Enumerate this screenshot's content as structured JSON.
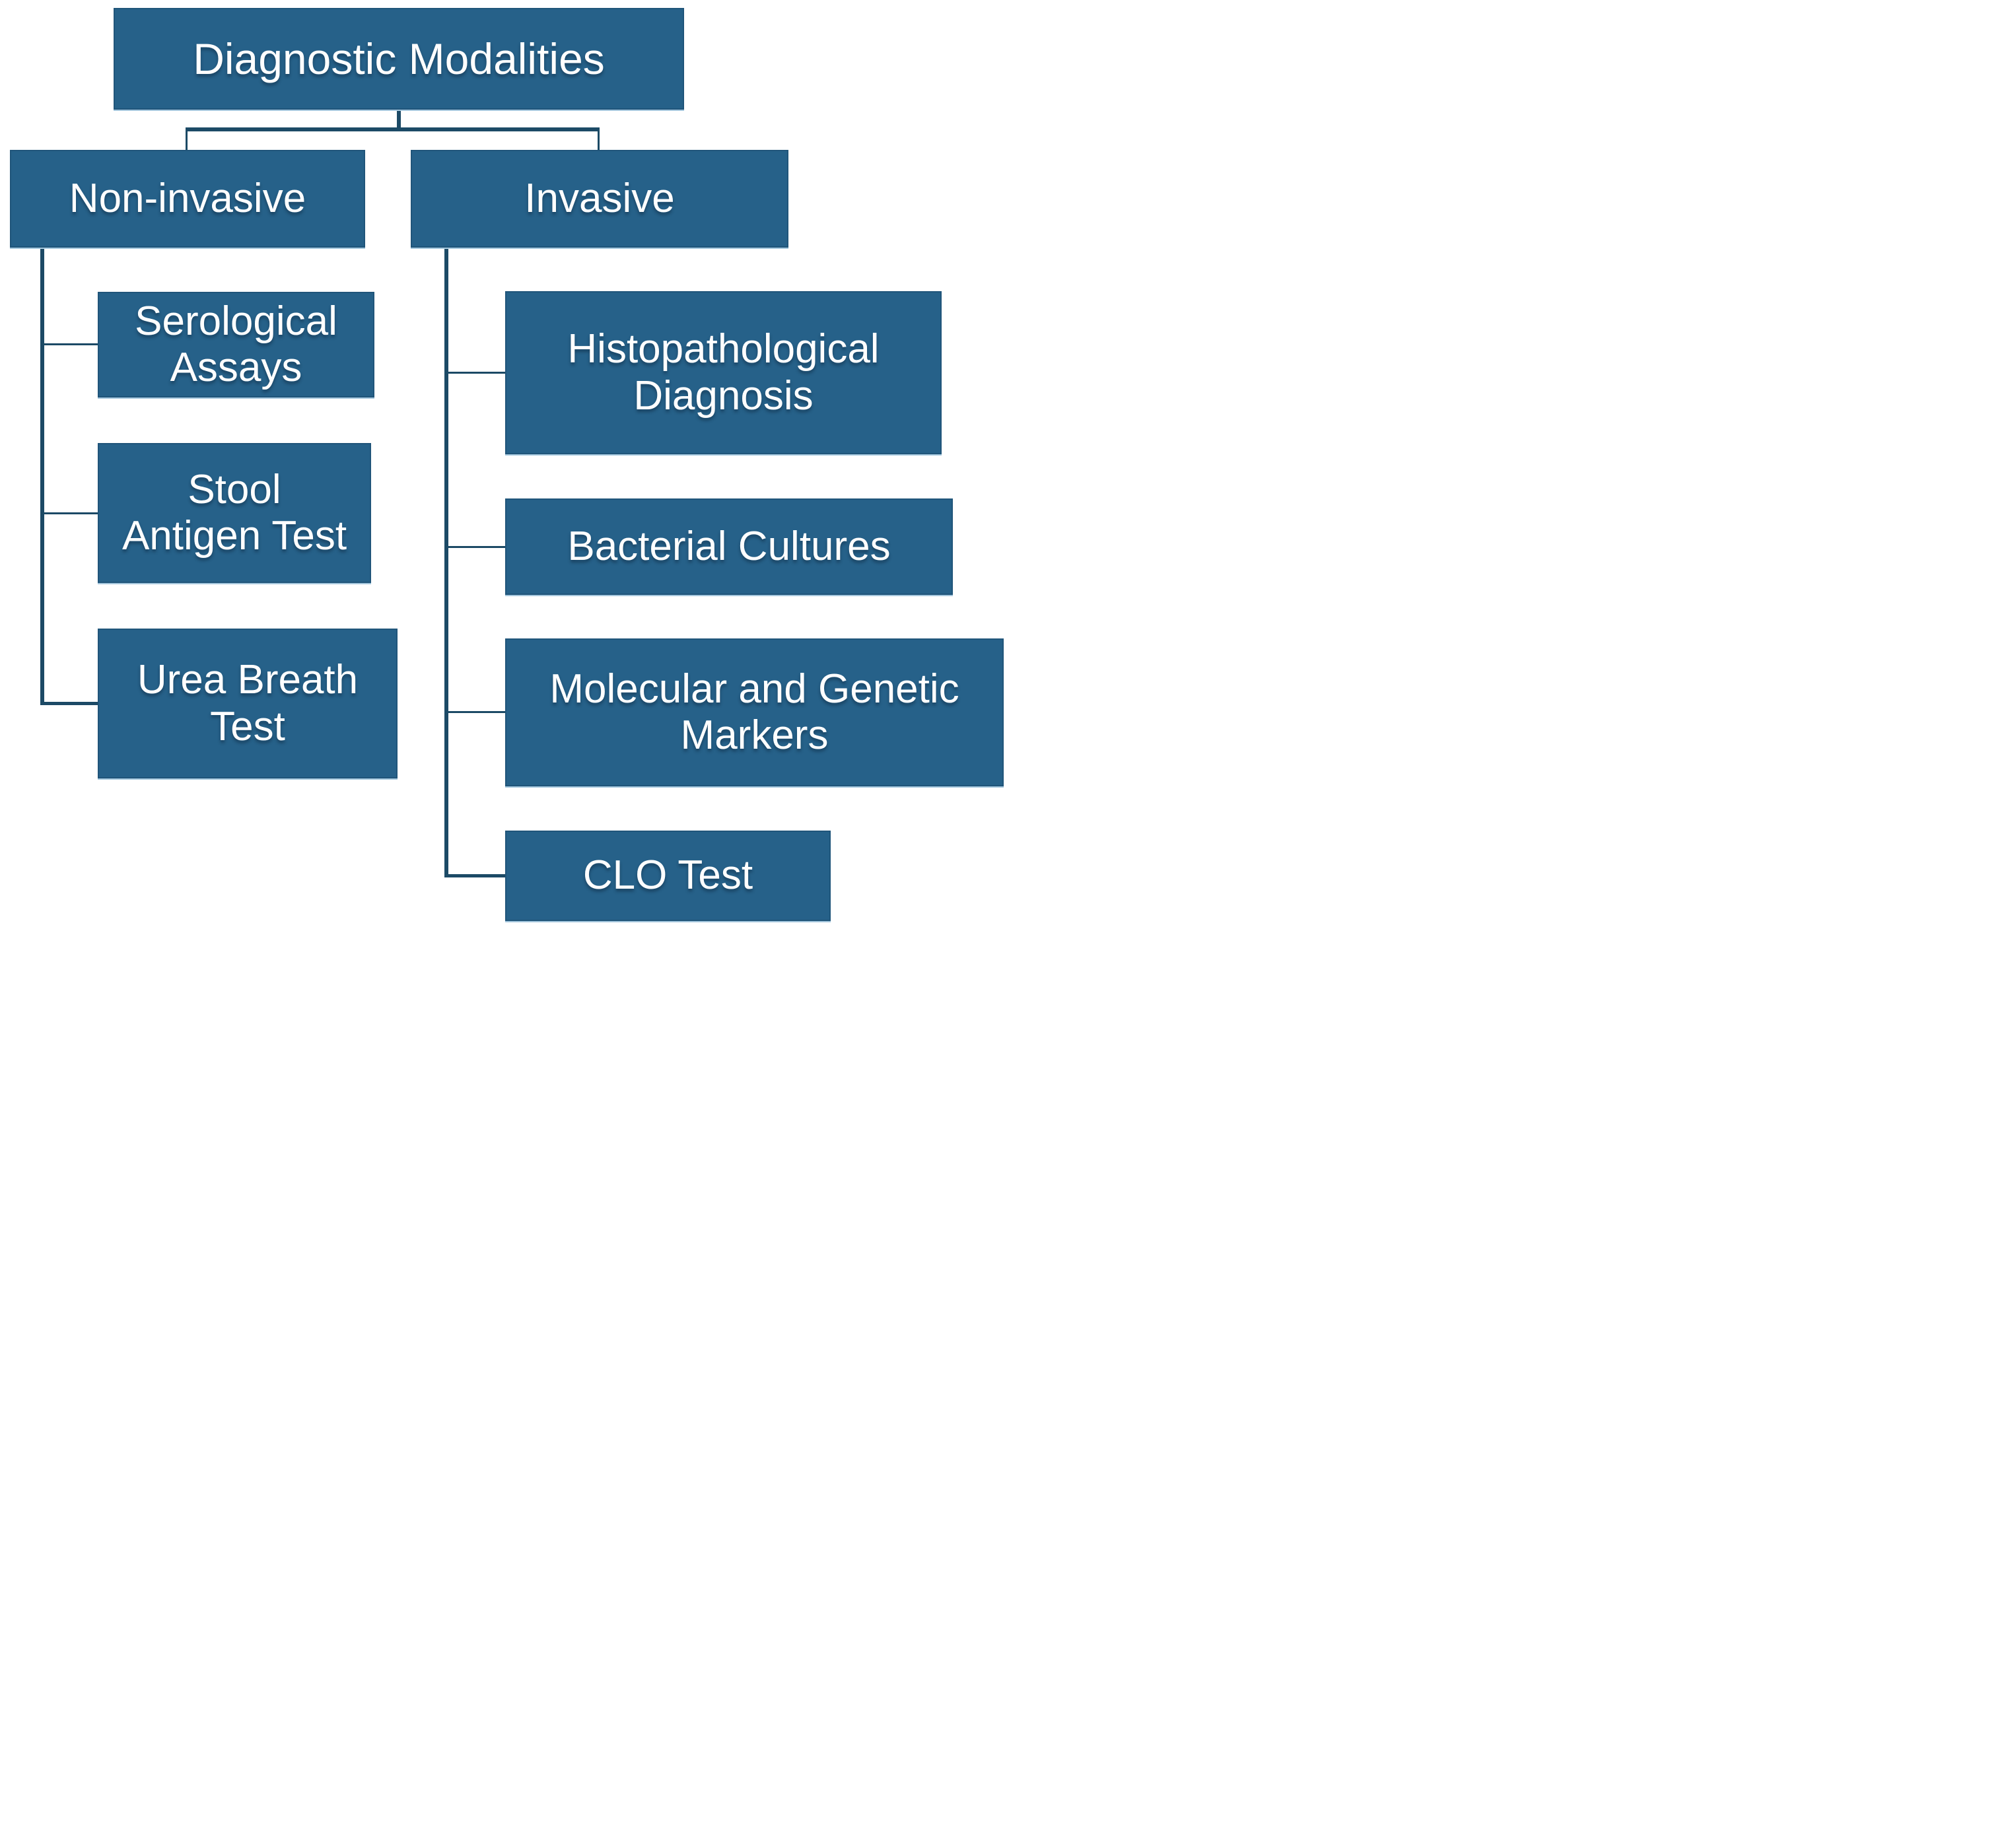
{
  "figure": {
    "background": "#ffffff",
    "accent_fill": "#266189",
    "box_border": "#20557a",
    "box_underglow": "#a6c8de",
    "line_color": "#1c4a66",
    "text_color": "#ffffff"
  },
  "nodes": {
    "root": {
      "label": "Diagnostic Modalities"
    },
    "non_invasive": {
      "label": "Non-invasive"
    },
    "invasive": {
      "label": "Invasive"
    },
    "serological": {
      "label": "Serological\nAssays"
    },
    "stool": {
      "label": "Stool\nAntigen Test"
    },
    "urea": {
      "label": "Urea Breath\nTest"
    },
    "histopathological": {
      "label": "Histopathological\nDiagnosis"
    },
    "bacterial": {
      "label": "Bacterial Cultures"
    },
    "molecular": {
      "label": "Molecular and Genetic\nMarkers"
    },
    "clo": {
      "label": "CLO Test"
    }
  },
  "edges": [
    {
      "from": "Diagnostic Modalities",
      "to": "Non-invasive"
    },
    {
      "from": "Diagnostic Modalities",
      "to": "Invasive"
    },
    {
      "from": "Non-invasive",
      "to": "Serological Assays"
    },
    {
      "from": "Non-invasive",
      "to": "Stool Antigen Test"
    },
    {
      "from": "Non-invasive",
      "to": "Urea Breath Test"
    },
    {
      "from": "Invasive",
      "to": "Histopathological Diagnosis"
    },
    {
      "from": "Invasive",
      "to": "Bacterial Cultures"
    },
    {
      "from": "Invasive",
      "to": "Molecular and Genetic Markers"
    },
    {
      "from": "Invasive",
      "to": "CLO Test"
    }
  ]
}
